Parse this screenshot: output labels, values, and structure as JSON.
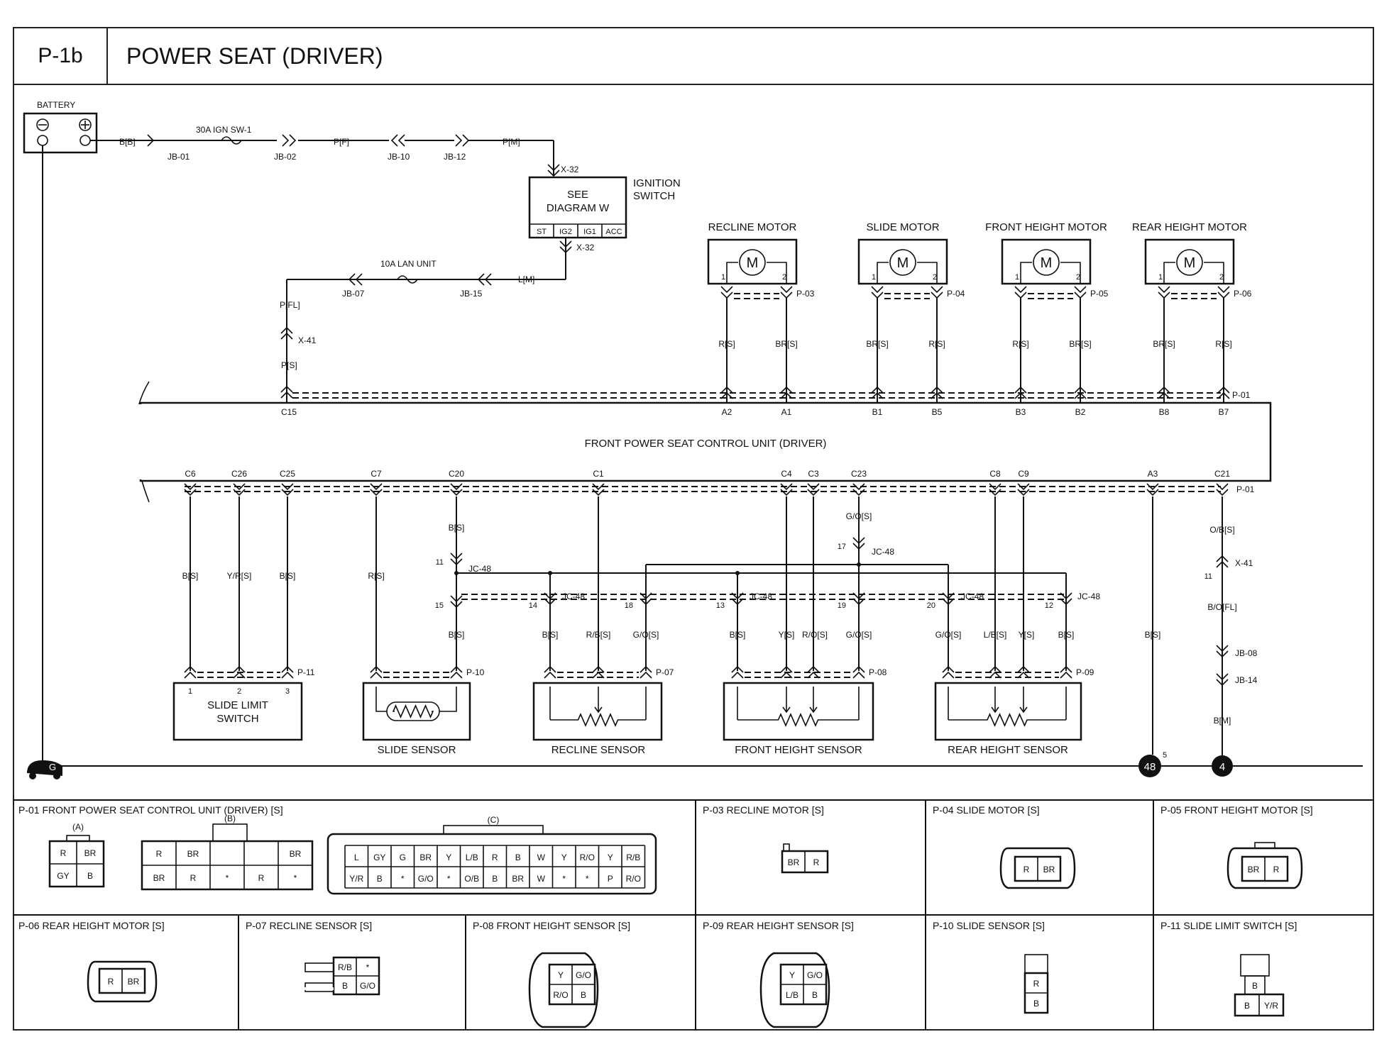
{
  "header": {
    "code": "P-1b",
    "title": "POWER SEAT (DRIVER)"
  },
  "battery": {
    "label": "BATTERY",
    "wire": "B[B]"
  },
  "fuses": {
    "ign": "30A IGN SW-1",
    "lan": "10A LAN UNIT"
  },
  "junctions": {
    "jb01": "JB-01",
    "jb02": "JB-02",
    "jb10": "JB-10",
    "jb12": "JB-12",
    "jb07": "JB-07",
    "jb15": "JB-15",
    "jb08": "JB-08",
    "jb14": "JB-14",
    "x32": "X-32",
    "x41": "X-41",
    "jc48": "JC-48"
  },
  "wires_top": {
    "pf": "P[F]",
    "pm": "P[M]",
    "lm": "L[M]",
    "pfl": "P[FL]",
    "ps": "P[S]"
  },
  "ignition": {
    "see": "SEE",
    "diagram": "DIAGRAM W",
    "label1": "IGNITION",
    "label2": "SWITCH",
    "terms": [
      "ST",
      "IG2",
      "IG1",
      "ACC"
    ]
  },
  "motors": [
    {
      "name": "RECLINE MOTOR",
      "conn": "P-03",
      "w1": "R[S]",
      "w2": "BR[S]",
      "p1": "A2",
      "p2": "A1"
    },
    {
      "name": "SLIDE MOTOR",
      "conn": "P-04",
      "w1": "BR[S]",
      "w2": "R[S]",
      "p1": "B1",
      "p2": "B5"
    },
    {
      "name": "FRONT HEIGHT MOTOR",
      "conn": "P-05",
      "w1": "R[S]",
      "w2": "BR[S]",
      "p1": "B3",
      "p2": "B2"
    },
    {
      "name": "REAR HEIGHT MOTOR",
      "conn": "P-06",
      "w1": "BR[S]",
      "w2": "R[S]",
      "p1": "B8",
      "p2": "B7"
    }
  ],
  "control_unit": {
    "name": "FRONT POWER SEAT CONTROL UNIT (DRIVER)",
    "top_conn": "P-01",
    "c15": "C15",
    "bottom_pins": [
      "C6",
      "C26",
      "C25",
      "C7",
      "C20",
      "C1",
      "C4",
      "C3",
      "C23",
      "C8",
      "C9",
      "A3",
      "C21"
    ]
  },
  "lower_wires": {
    "c6": "B[S]",
    "c26": "Y/R[S]",
    "c25": "B[S]",
    "c7": "R[S]",
    "c20": "B[S]",
    "c23": "G/O[S]",
    "a3": "B[S]",
    "c21": "O/B[S]",
    "c21b": "B/O[FL]",
    "c21c": "B[M]",
    "rec_b": "B[S]",
    "rec_rb": "R/B[S]",
    "rec_go": "G/O[S]",
    "fh_b": "B[S]",
    "fh_y": "Y[S]",
    "fh_ro": "R/O[S]",
    "fh_go": "G/O[S]",
    "rh_go": "G/O[S]",
    "rh_lb": "L/B[S]",
    "rh_y": "Y[S]",
    "rh_b": "B[S]",
    "slide_b": "B[S]"
  },
  "splice_pins": [
    "11",
    "15",
    "14",
    "18",
    "13",
    "17",
    "19",
    "20",
    "12"
  ],
  "sensors": [
    {
      "name": "SLIDE LIMIT SWITCH",
      "line1": "SLIDE LIMIT",
      "line2": "SWITCH",
      "conn": "P-11"
    },
    {
      "name": "SLIDE SENSOR",
      "conn": "P-10"
    },
    {
      "name": "RECLINE SENSOR",
      "conn": "P-07"
    },
    {
      "name": "FRONT HEIGHT SENSOR",
      "conn": "P-08"
    },
    {
      "name": "REAR HEIGHT SENSOR",
      "conn": "P-09"
    }
  ],
  "grounds": {
    "g": "G",
    "g48": "48",
    "g4": "4",
    "g48pin": "5"
  },
  "panels": {
    "p01": "P-01 FRONT POWER SEAT CONTROL UNIT (DRIVER) [S]",
    "p03": "P-03 RECLINE MOTOR [S]",
    "p04": "P-04 SLIDE MOTOR [S]",
    "p05": "P-05 FRONT HEIGHT MOTOR [S]",
    "p06": "P-06 REAR HEIGHT MOTOR [S]",
    "p07": "P-07 RECLINE SENSOR [S]",
    "p08": "P-08 FRONT HEIGHT SENSOR [S]",
    "p09": "P-09 REAR HEIGHT SENSOR [S]",
    "p10": "P-10 SLIDE SENSOR [S]",
    "p11": "P-11 SLIDE LIMIT SWITCH [S]"
  },
  "conn_a": {
    "tag": "(A)",
    "cells": [
      "R",
      "BR",
      "GY",
      "B"
    ]
  },
  "conn_b": {
    "tag": "(B)",
    "row1": [
      "R",
      "BR",
      "",
      "",
      "BR"
    ],
    "row2": [
      "BR",
      "R",
      "*",
      "R",
      "*"
    ]
  },
  "conn_c": {
    "tag": "(C)",
    "row1": [
      "L",
      "GY",
      "G",
      "BR",
      "Y",
      "L/B",
      "R",
      "B",
      "W",
      "Y",
      "R/O",
      "Y",
      "R/B"
    ],
    "row2": [
      "Y/R",
      "B",
      "*",
      "G/O",
      "*",
      "O/B",
      "B",
      "BR",
      "W",
      "*",
      "*",
      "P",
      "R/O"
    ]
  },
  "conn_p03": [
    "BR",
    "R"
  ],
  "conn_p04": [
    "R",
    "BR"
  ],
  "conn_p05": [
    "BR",
    "R"
  ],
  "conn_p06": [
    "R",
    "BR"
  ],
  "conn_p07": [
    "R/B",
    "*",
    "B",
    "G/O"
  ],
  "conn_p08": [
    "Y",
    "G/O",
    "R/O",
    "B"
  ],
  "conn_p09": [
    "Y",
    "G/O",
    "L/B",
    "B"
  ],
  "conn_p10": [
    "R",
    "B"
  ],
  "conn_p11": [
    "B",
    "B",
    "Y/R"
  ]
}
